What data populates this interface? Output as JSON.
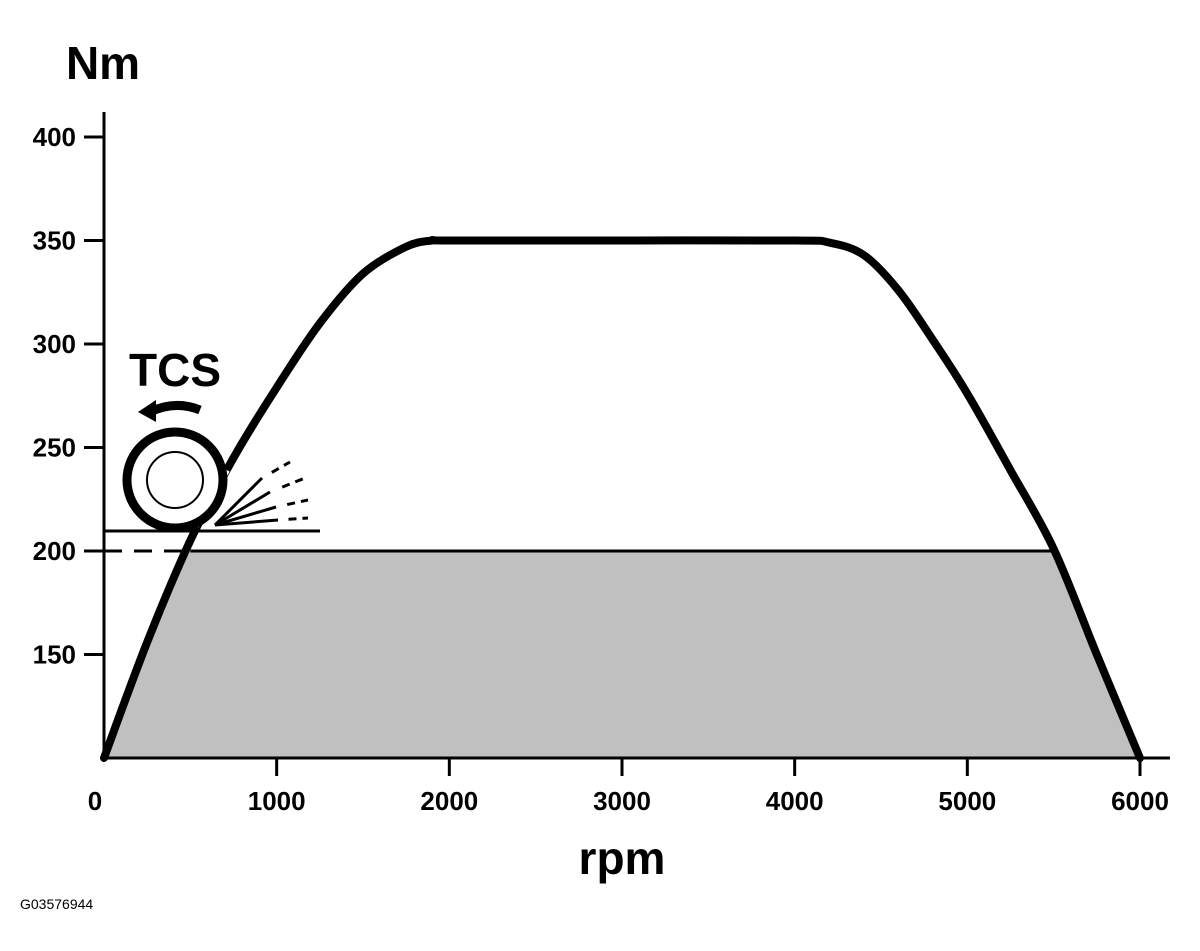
{
  "chart_data": {
    "type": "area",
    "title": "",
    "xlabel": "rpm",
    "ylabel": "Nm",
    "xlim": [
      0,
      6000
    ],
    "ylim": [
      100,
      400
    ],
    "x_ticks": [
      0,
      1000,
      2000,
      3000,
      4000,
      5000,
      6000
    ],
    "y_ticks": [
      150,
      200,
      250,
      300,
      350,
      400
    ],
    "grid": false,
    "series": [
      {
        "role": "curve",
        "x": [
          0,
          250,
          500,
          750,
          1000,
          1250,
          1500,
          1750,
          1900,
          2000,
          3000,
          4000,
          4200,
          4400,
          4600,
          4800,
          5000,
          5250,
          5500,
          5750,
          6000
        ],
        "y": [
          100,
          156,
          205,
          245,
          279,
          310,
          334,
          347,
          350,
          350,
          350,
          350,
          349,
          343,
          326,
          302,
          276,
          239,
          201,
          150,
          100
        ]
      }
    ],
    "threshold": {
      "y": 200,
      "x_from": 500,
      "x_to": 5520,
      "fill": "#c0c0c0"
    },
    "annotation": {
      "text": "TCS"
    }
  },
  "figure_id": "G03576944",
  "colors": {
    "fill": "#c0c0c0",
    "line": "#000000"
  },
  "icons": {
    "tcs": "wheel-slip-icon"
  }
}
